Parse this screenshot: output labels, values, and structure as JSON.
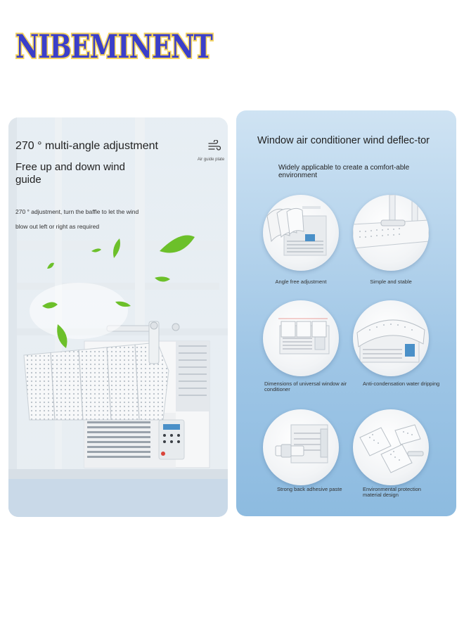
{
  "brand": {
    "logo_text": "NIBEMINENT"
  },
  "left_panel": {
    "title": "270 ° multi-angle adjustment",
    "subtitle": "Free up and down wind guide",
    "description": "270 ° adjustment, turn the baffle to let the wind blow out left or right as required",
    "icon": "wind-icon",
    "icon_label": "Air guide plate"
  },
  "right_panel": {
    "title": "Window air conditioner wind deflec-tor",
    "subtitle": "Widely applicable to create a comfort-able environment",
    "features": [
      {
        "caption": "Angle free adjustment"
      },
      {
        "caption": "Simple and stable"
      },
      {
        "caption": "Dimensions of universal window air conditioner"
      },
      {
        "caption": "Anti-condensation water dripping"
      },
      {
        "caption": "Strong back adhesive paste"
      },
      {
        "caption": "Environmental protection material design"
      }
    ]
  },
  "colors": {
    "logo_fill": "#3b3fc9",
    "logo_outline": "#f4d35e",
    "panel_blue": "#9fc6e6",
    "leaf_green": "#6cc02a"
  }
}
